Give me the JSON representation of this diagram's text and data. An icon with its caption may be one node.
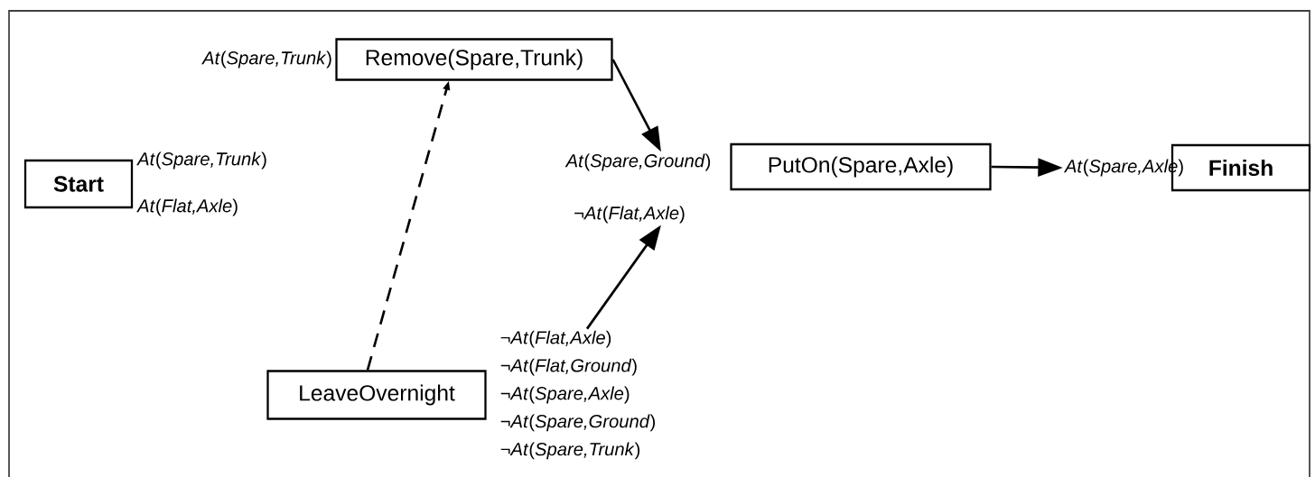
{
  "diagram": {
    "nodes": [
      {
        "text": [
          "**Start**"
        ],
        "beside": [
          "*At*(*Spare,Trunk*)",
          "*At*(*Flat,Axle*)"
        ]
      },
      {
        "text": [
          "Remove(Spare,Trunk)"
        ],
        "beside": [
          "*At*(*Spare,Trunk*)"
        ]
      },
      {
        "text": [
          "*At*(*Spare,Ground*)"
        ]
      },
      {
        "text": [
          "¬*At*(*Flat,Axle*)"
        ]
      },
      {
        "text": [
          "PutOn(Spare,Axle)"
        ]
      },
      {
        "text": [
          "*At*(*Spare,Axle*)"
        ]
      },
      {
        "text": [
          "**Finish**"
        ]
      },
      {
        "text": [
          "LeaveOvernight"
        ]
      },
      {
        "text": [
          "¬*At*(*Flat,Axle*)",
          "¬*At*(*Flat,Ground*)",
          "¬*At*(*Spare,Axle*)",
          "¬*At*(*Spare,Ground*)",
          "¬*At*(*Spare,Trunk*)"
        ]
      }
    ],
    "edges": [
      {
        "from": 1,
        "to": 2,
        "arrow": "to"
      },
      {
        "from": 8,
        "to": 3,
        "arrow": "to"
      },
      {
        "from": 4,
        "to": 5,
        "arrow": "to"
      },
      {
        "from": 7,
        "to": 1,
        "arrow": "to",
        "style": "dashed"
      }
    ]
  }
}
